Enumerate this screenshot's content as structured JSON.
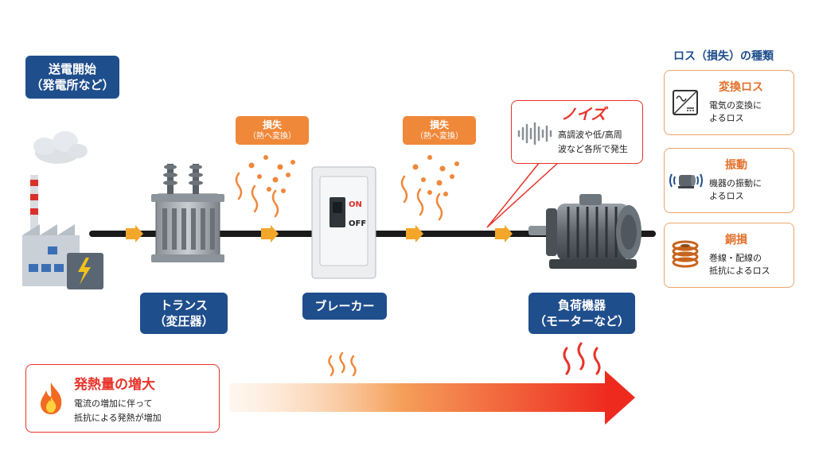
{
  "start": {
    "line1": "送電開始",
    "line2": "（発電所など）"
  },
  "loss_tag_1": {
    "title": "損失",
    "sub": "（熱へ変換）"
  },
  "loss_tag_2": {
    "title": "損失",
    "sub": "（熱へ変換）"
  },
  "breaker_switch": {
    "on": "ON",
    "off": "OFF"
  },
  "noise": {
    "title": "ノイズ",
    "desc_line1": "高調波や低/高周",
    "desc_line2": "波など各所で発生"
  },
  "labels": {
    "transformer": {
      "line1": "トランス",
      "line2": "（変圧器）"
    },
    "breaker": {
      "line1": "ブレーカー"
    },
    "load": {
      "line1": "負荷機器",
      "line2": "（モーターなど）"
    }
  },
  "loss_types": {
    "heading": "ロス（損失）の種類",
    "items": [
      {
        "title": "変換ロス",
        "desc_line1": "電気の変換に",
        "desc_line2": "よるロス",
        "icon": "converter-icon"
      },
      {
        "title": "振動",
        "desc_line1": "機器の振動に",
        "desc_line2": "よるロス",
        "icon": "vibration-motor-icon"
      },
      {
        "title": "銅損",
        "desc_line1": "巻線・配線の",
        "desc_line2": "抵抗によるロス",
        "icon": "copper-coil-icon"
      }
    ]
  },
  "heat": {
    "title": "発熱量の増大",
    "desc_line1": "電流の増加に伴って",
    "desc_line2": "抵抗による発熱が増加"
  },
  "colors": {
    "navy": "#1f4e8c",
    "orange": "#f0883a",
    "red": "#e8332a",
    "line": "#1a1a1a",
    "arrow": "#f2a62a"
  }
}
